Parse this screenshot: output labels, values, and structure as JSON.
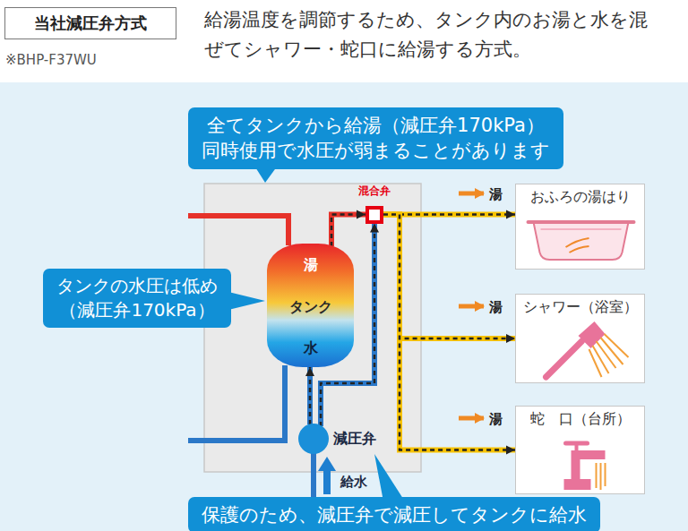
{
  "diagram": {
    "nodes": [
      {
        "text": [
          "当社減圧弁方式"
        ]
      },
      {
        "text": [
          "全てタンクから給湯（減圧弁170kPa） 同時使用で水圧が弱まることがあります"
        ]
      },
      {
        "text": [
          "湯",
          "タンク",
          "水"
        ]
      },
      {
        "text": [
          "混合弁"
        ]
      },
      {
        "text": [
          "おふろの湯はり"
        ]
      },
      {
        "text": [
          "タンクの水圧は低め （減圧弁170kPa）"
        ]
      },
      {
        "text": [
          "シャワー（浴室）"
        ]
      },
      {
        "text": [
          "蛇　口（台所）"
        ]
      },
      {
        "text": [
          "減圧弁"
        ]
      },
      {
        "text": [
          "保護のため、減圧弁で減圧してタンクに給水"
        ]
      }
    ],
    "edges": [
      {
        "from": 8,
        "to": 2,
        "arrow": "to"
      },
      {
        "from": 8,
        "to": 3,
        "arrow": "to"
      },
      {
        "from": 2,
        "to": 3,
        "arrow": "to"
      },
      {
        "from": 3,
        "to": 4,
        "arrow": "to"
      },
      {
        "from": 3,
        "to": 6,
        "arrow": "to"
      },
      {
        "from": 3,
        "to": 7,
        "arrow": "to"
      }
    ],
    "labels": [
      "※BHP-F37WU",
      "給湯温度を調節するため、タンク内のお湯と水を混ぜてシャワー・蛇口に給湯する方式。",
      "湯",
      "湯",
      "湯",
      "給水"
    ]
  }
}
